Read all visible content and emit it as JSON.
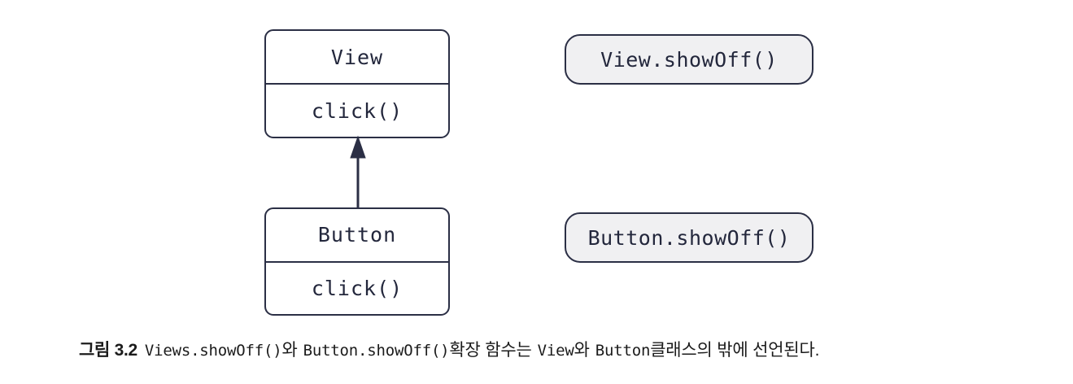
{
  "figure": {
    "caption": {
      "label": "그림 3.2",
      "code_1": "Views.showOff()",
      "text_1": "와",
      "code_2": "Button.showOff()",
      "text_2": "확장 함수는",
      "code_3": "View",
      "text_3": "와",
      "code_4": "Button",
      "text_4": "클래스의 밖에 선언된다.",
      "full": "그림 3.2 Views.showOff()와 Button.showOff() 확장 함수는 View와 Button 클래스의 밖에 선언된다."
    }
  },
  "diagram": {
    "type": "uml-class-diagram",
    "classes": [
      {
        "id": "view",
        "name": "View",
        "members": [
          "click()"
        ]
      },
      {
        "id": "button",
        "name": "Button",
        "members": [
          "click()"
        ]
      }
    ],
    "relations": [
      {
        "kind": "inheritance",
        "from": "Button",
        "to": "View",
        "arrow": "solid-triangle-up"
      }
    ],
    "extension_functions": [
      {
        "id": "view-showoff",
        "label": "View.showOff()"
      },
      {
        "id": "button-showoff",
        "label": "Button.showOff()"
      }
    ]
  },
  "colors": {
    "stroke": "#2b2f45",
    "box_fill": "#ffffff",
    "pill_fill": "#f0f0f2",
    "text": "#23273c",
    "caption_text": "#1b1b1b",
    "background": "#ffffff"
  }
}
